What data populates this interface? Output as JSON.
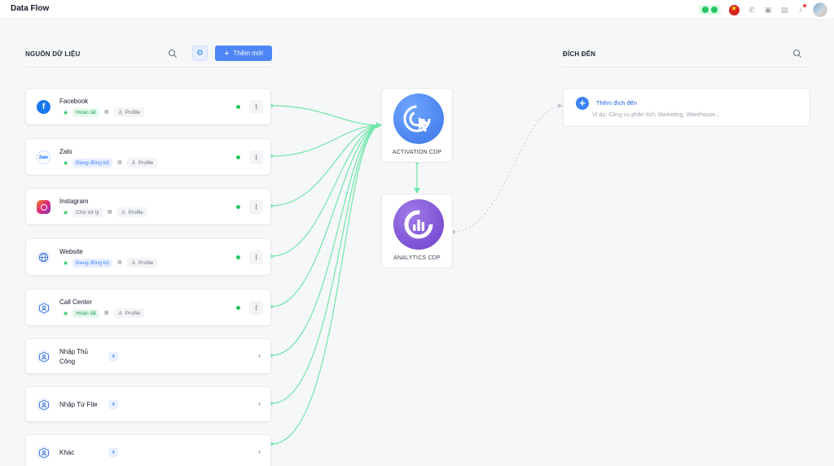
{
  "app": {
    "title": "Data Flow"
  },
  "topbar": {
    "icons": [
      "call-status-icon",
      "flag-vn-icon",
      "phone-icon",
      "help-icon",
      "gift-icon",
      "notification-icon",
      "avatar"
    ]
  },
  "sources_section": {
    "title": "NGUỒN DỮ LIỆU",
    "add_label": "Thêm mới"
  },
  "destinations_section": {
    "title": "ĐÍCH ĐẾN",
    "add_title": "Thêm đích đến",
    "add_hint": "Ví dụ: Công cụ phân tích, Marketing, Warehouse..."
  },
  "sources": [
    {
      "name": "Facebook",
      "status": "Hoàn tất",
      "status_type": "done",
      "profile": "Profile",
      "icon": "facebook-icon"
    },
    {
      "name": "Zalo",
      "status": "Đang đồng bộ",
      "status_type": "sync",
      "profile": "Profile",
      "icon": "zalo-icon"
    },
    {
      "name": "Instagram",
      "status": "Chờ xử lý",
      "status_type": "wait",
      "profile": "Profile",
      "icon": "instagram-icon"
    },
    {
      "name": "Website",
      "status": "Đang đồng bộ",
      "status_type": "sync",
      "profile": "Profile",
      "icon": "globe-icon"
    },
    {
      "name": "Call Center",
      "status": "Hoàn tất",
      "status_type": "done",
      "profile": "Profile",
      "icon": "call-center-icon"
    }
  ],
  "groups": [
    {
      "name": "Nhập Thủ Công",
      "count": "4"
    },
    {
      "name": "Nhập Từ File",
      "count": "4"
    },
    {
      "name": "Khác",
      "count": "4"
    }
  ],
  "cdp": {
    "activation_label": "ACTIVATION CDP",
    "analytics_label": "ANALYTICS CDP"
  },
  "colors": {
    "accent": "#4f86f5",
    "flow_line": "#6ee7a8",
    "activation": "#4f8cf5",
    "analytics": "#7c4fd6"
  }
}
